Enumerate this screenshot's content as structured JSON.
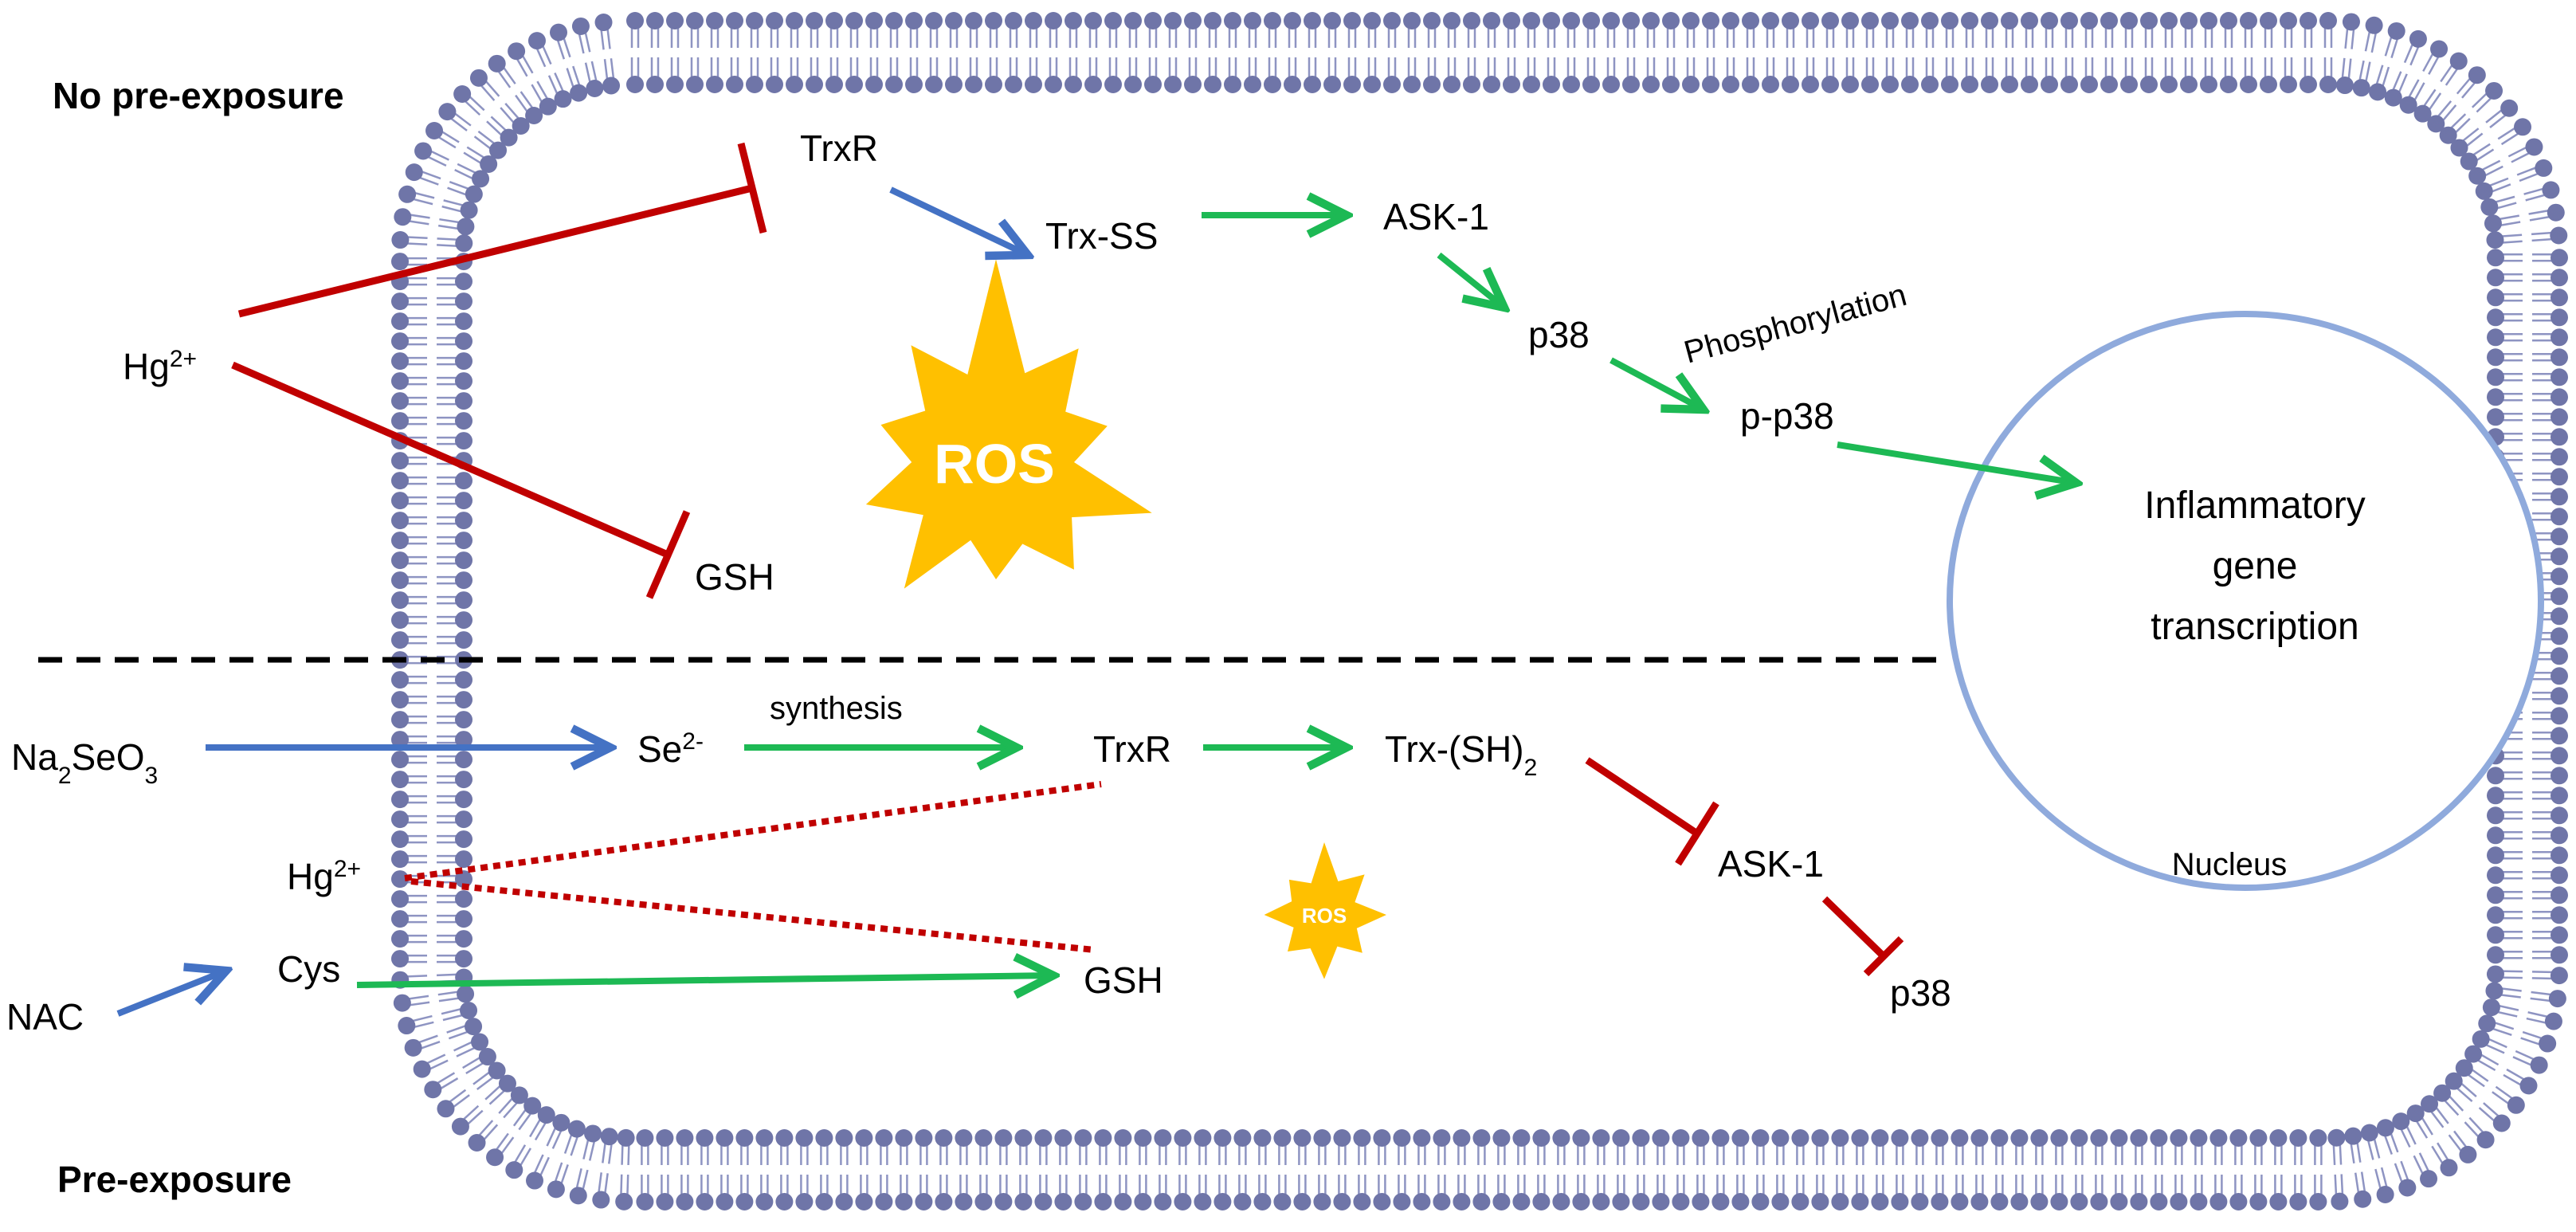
{
  "sections": {
    "top_title": "No pre-exposure",
    "bottom_title": "Pre-exposure"
  },
  "top": {
    "trxr": "TrxR",
    "trx_ss": "Trx-SS",
    "ask1": "ASK-1",
    "p38": "p38",
    "pp38": "p-p38",
    "phosphorylation": "Phosphorylation",
    "hg_base": "Hg",
    "hg_sup": "2+",
    "gsh": "GSH",
    "ros": "ROS"
  },
  "nucleus": {
    "line1": "Inflammatory",
    "line2": "gene",
    "line3": "transcription",
    "label": "Nucleus"
  },
  "bottom": {
    "na2": "Na",
    "na_sub": "2",
    "seo": "SeO",
    "o_sub": "3",
    "se_base": "Se",
    "se_sup": "2-",
    "synthesis": "synthesis",
    "trxr": "TrxR",
    "trx_sh": "Trx-(SH)",
    "trx_sub": "2",
    "ask1": "ASK-1",
    "p38": "p38",
    "hg_base": "Hg",
    "hg_sup": "2+",
    "nac": "NAC",
    "cys": "Cys",
    "gsh": "GSH",
    "ros": "ROS"
  },
  "colors": {
    "membrane_head": "#6f75a8",
    "membrane_tail": "#8e94c2",
    "inhibition": "#c00000",
    "activation_green": "#1db954",
    "activation_blue": "#4472c4",
    "ros": "#ffc000",
    "nucleus_outline": "#8faadc"
  }
}
